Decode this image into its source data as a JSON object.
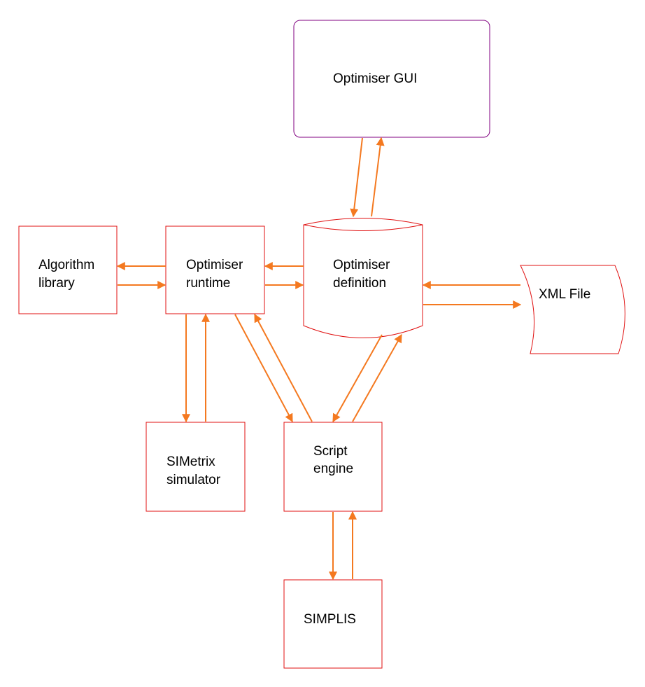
{
  "colors": {
    "box_border": "#e01010",
    "gui_border": "#800080",
    "arrow": "#f47920",
    "text": "#000000",
    "background": "#ffffff"
  },
  "nodes": {
    "gui": {
      "lines": [
        "Optimiser GUI"
      ]
    },
    "algorithm": {
      "lines": [
        "Algorithm",
        "library"
      ]
    },
    "runtime": {
      "lines": [
        "Optimiser",
        "runtime"
      ]
    },
    "definition": {
      "lines": [
        "Optimiser",
        "definition"
      ]
    },
    "xml": {
      "lines": [
        "XML File"
      ]
    },
    "simetrix": {
      "lines": [
        "SIMetrix",
        "simulator"
      ]
    },
    "script": {
      "lines": [
        "Script",
        "engine"
      ]
    },
    "simplis": {
      "lines": [
        "SIMPLIS"
      ]
    }
  },
  "connections": [
    {
      "from": "gui",
      "to": "definition"
    },
    {
      "from": "definition",
      "to": "gui"
    },
    {
      "from": "runtime",
      "to": "algorithm"
    },
    {
      "from": "algorithm",
      "to": "runtime"
    },
    {
      "from": "definition",
      "to": "runtime"
    },
    {
      "from": "runtime",
      "to": "definition"
    },
    {
      "from": "xml",
      "to": "definition"
    },
    {
      "from": "definition",
      "to": "xml"
    },
    {
      "from": "runtime",
      "to": "simetrix"
    },
    {
      "from": "simetrix",
      "to": "runtime"
    },
    {
      "from": "runtime",
      "to": "script"
    },
    {
      "from": "script",
      "to": "runtime"
    },
    {
      "from": "definition",
      "to": "script"
    },
    {
      "from": "script",
      "to": "definition"
    },
    {
      "from": "script",
      "to": "simplis"
    },
    {
      "from": "simplis",
      "to": "script"
    }
  ]
}
